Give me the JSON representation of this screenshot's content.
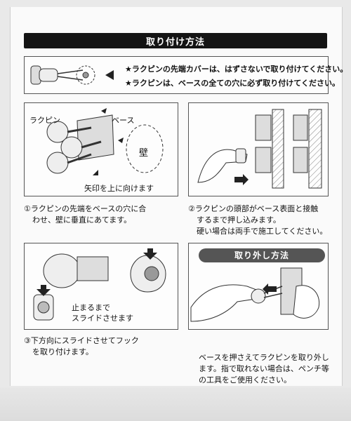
{
  "title": "取り付け方法",
  "notices": [
    "★ラクピンの先端カバーは、はずさないで取り付けてください。",
    "★ラクピンは、ベースの全ての穴に必ず取り付けてください。"
  ],
  "panel1": {
    "label_pin": "ラクピン",
    "label_base": "ベース",
    "label_wall": "壁",
    "label_arrow_up": "矢印を上に向けます"
  },
  "step1": [
    "①ラクピンの先端をベースの穴に合",
    "わせ、壁に垂直にあてます。"
  ],
  "step2": [
    "②ラクピンの頭部がベース表面と接触",
    "するまで押し込みます。",
    "硬い場合は両手で施工してください。"
  ],
  "panel3": {
    "slide_label": [
      "止まるまで",
      "スライドさせます"
    ]
  },
  "step3": [
    "③下方向にスライドさせてフック",
    "を取り付けます。"
  ],
  "removal": {
    "title": "取り外し方法",
    "text": [
      "ベースを押さえてラクピンを取り外し",
      "ます。指で取れない場合は、ペンチ等",
      "の工具をご使用ください。"
    ]
  }
}
